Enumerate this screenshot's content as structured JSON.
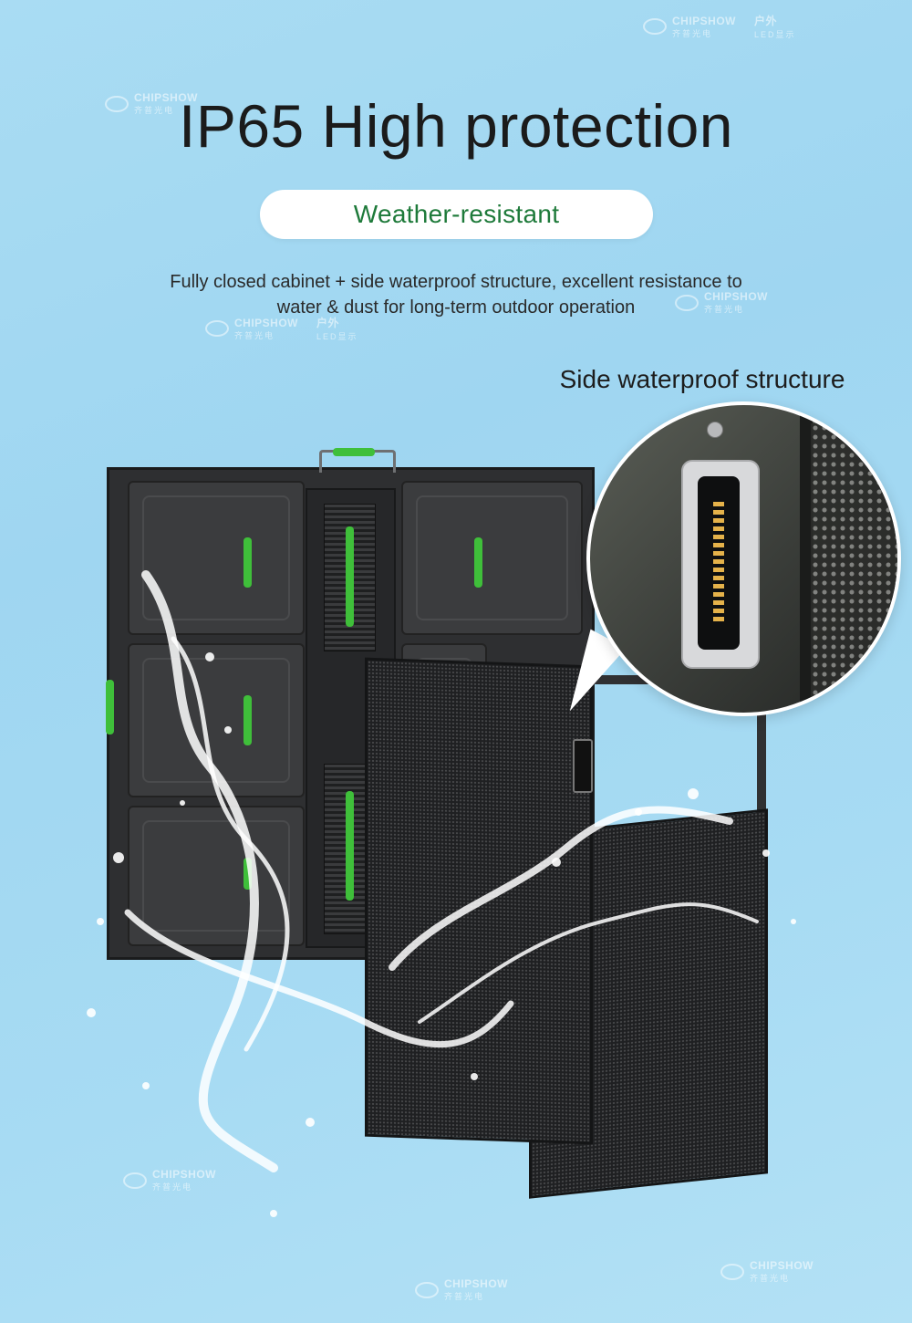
{
  "header": {
    "title": "IP65 High protection",
    "badge": "Weather-resistant",
    "description_line1": "Fully closed cabinet + side waterproof structure, excellent resistance to",
    "description_line2": "water & dust for long-term outdoor operation"
  },
  "callout": {
    "label": "Side waterproof structure"
  },
  "watermark": {
    "brand": "CHIPSHOW",
    "sub": "齐普光电",
    "tag": "户外",
    "tag_sub": "LED显示"
  },
  "colors": {
    "accent_green": "#1e7a3a",
    "handle_green": "#3fbf3a",
    "background": "#a9dcf3"
  }
}
